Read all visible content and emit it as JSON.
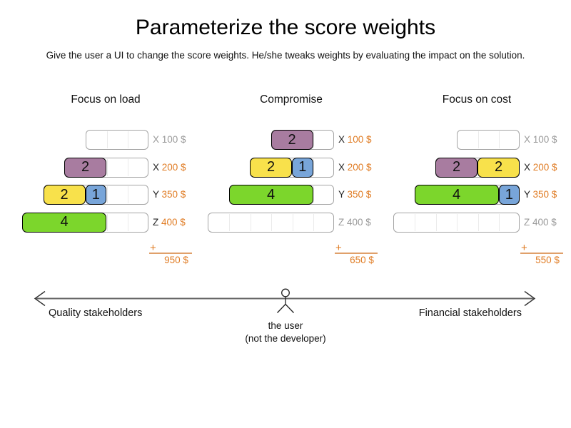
{
  "title": "Parameterize the score weights",
  "subtitle": "Give the user a UI to change the score weights. He/she tweaks weights by evaluating the impact on the solution.",
  "colors": {
    "purple": "#a87ca0",
    "yellow": "#f8e14b",
    "blue": "#78a5d9",
    "green": "#7cd62c",
    "orange": "#e07c24",
    "unused_label": "#9a9a9a",
    "box_border": "#a5a5a5",
    "axis_line": "#666666"
  },
  "panels": [
    {
      "title": "Focus on load",
      "rows": [
        {
          "resource": "X",
          "cost": "100 $",
          "segments": 3,
          "used": false,
          "blocks": []
        },
        {
          "resource": "X",
          "cost": "200 $",
          "segments": 4,
          "used": true,
          "blocks": [
            {
              "value": "2",
              "color": "purple"
            }
          ]
        },
        {
          "resource": "Y",
          "cost": "350 $",
          "segments": 5,
          "used": true,
          "blocks": [
            {
              "value": "2",
              "color": "yellow"
            },
            {
              "value": "1",
              "color": "blue"
            }
          ]
        },
        {
          "resource": "Z",
          "cost": "400 $",
          "segments": 6,
          "used": true,
          "blocks": [
            {
              "value": "4",
              "color": "green"
            }
          ]
        }
      ],
      "plus_sign": "+",
      "total": "950 $"
    },
    {
      "title": "Compromise",
      "rows": [
        {
          "resource": "X",
          "cost": "100 $",
          "segments": 3,
          "used": true,
          "blocks": [
            {
              "value": "2",
              "color": "purple"
            }
          ]
        },
        {
          "resource": "X",
          "cost": "200 $",
          "segments": 4,
          "used": true,
          "blocks": [
            {
              "value": "2",
              "color": "yellow"
            },
            {
              "value": "1",
              "color": "blue"
            }
          ]
        },
        {
          "resource": "Y",
          "cost": "350 $",
          "segments": 5,
          "used": true,
          "blocks": [
            {
              "value": "4",
              "color": "green"
            }
          ]
        },
        {
          "resource": "Z",
          "cost": "400 $",
          "segments": 6,
          "used": false,
          "blocks": []
        }
      ],
      "plus_sign": "+",
      "total": "650 $"
    },
    {
      "title": "Focus on cost",
      "rows": [
        {
          "resource": "X",
          "cost": "100 $",
          "segments": 3,
          "used": false,
          "blocks": []
        },
        {
          "resource": "X",
          "cost": "200 $",
          "segments": 4,
          "used": true,
          "blocks": [
            {
              "value": "2",
              "color": "purple"
            },
            {
              "value": "2",
              "color": "yellow"
            }
          ]
        },
        {
          "resource": "Y",
          "cost": "350 $",
          "segments": 5,
          "used": true,
          "blocks": [
            {
              "value": "4",
              "color": "green"
            },
            {
              "value": "1",
              "color": "blue"
            }
          ]
        },
        {
          "resource": "Z",
          "cost": "400 $",
          "segments": 6,
          "used": false,
          "blocks": []
        }
      ],
      "plus_sign": "+",
      "total": "550 $"
    }
  ],
  "axis": {
    "left_label": "Quality stakeholders",
    "right_label": "Financial stakeholders",
    "user_label": "the user",
    "user_sublabel": "(not the developer)"
  }
}
